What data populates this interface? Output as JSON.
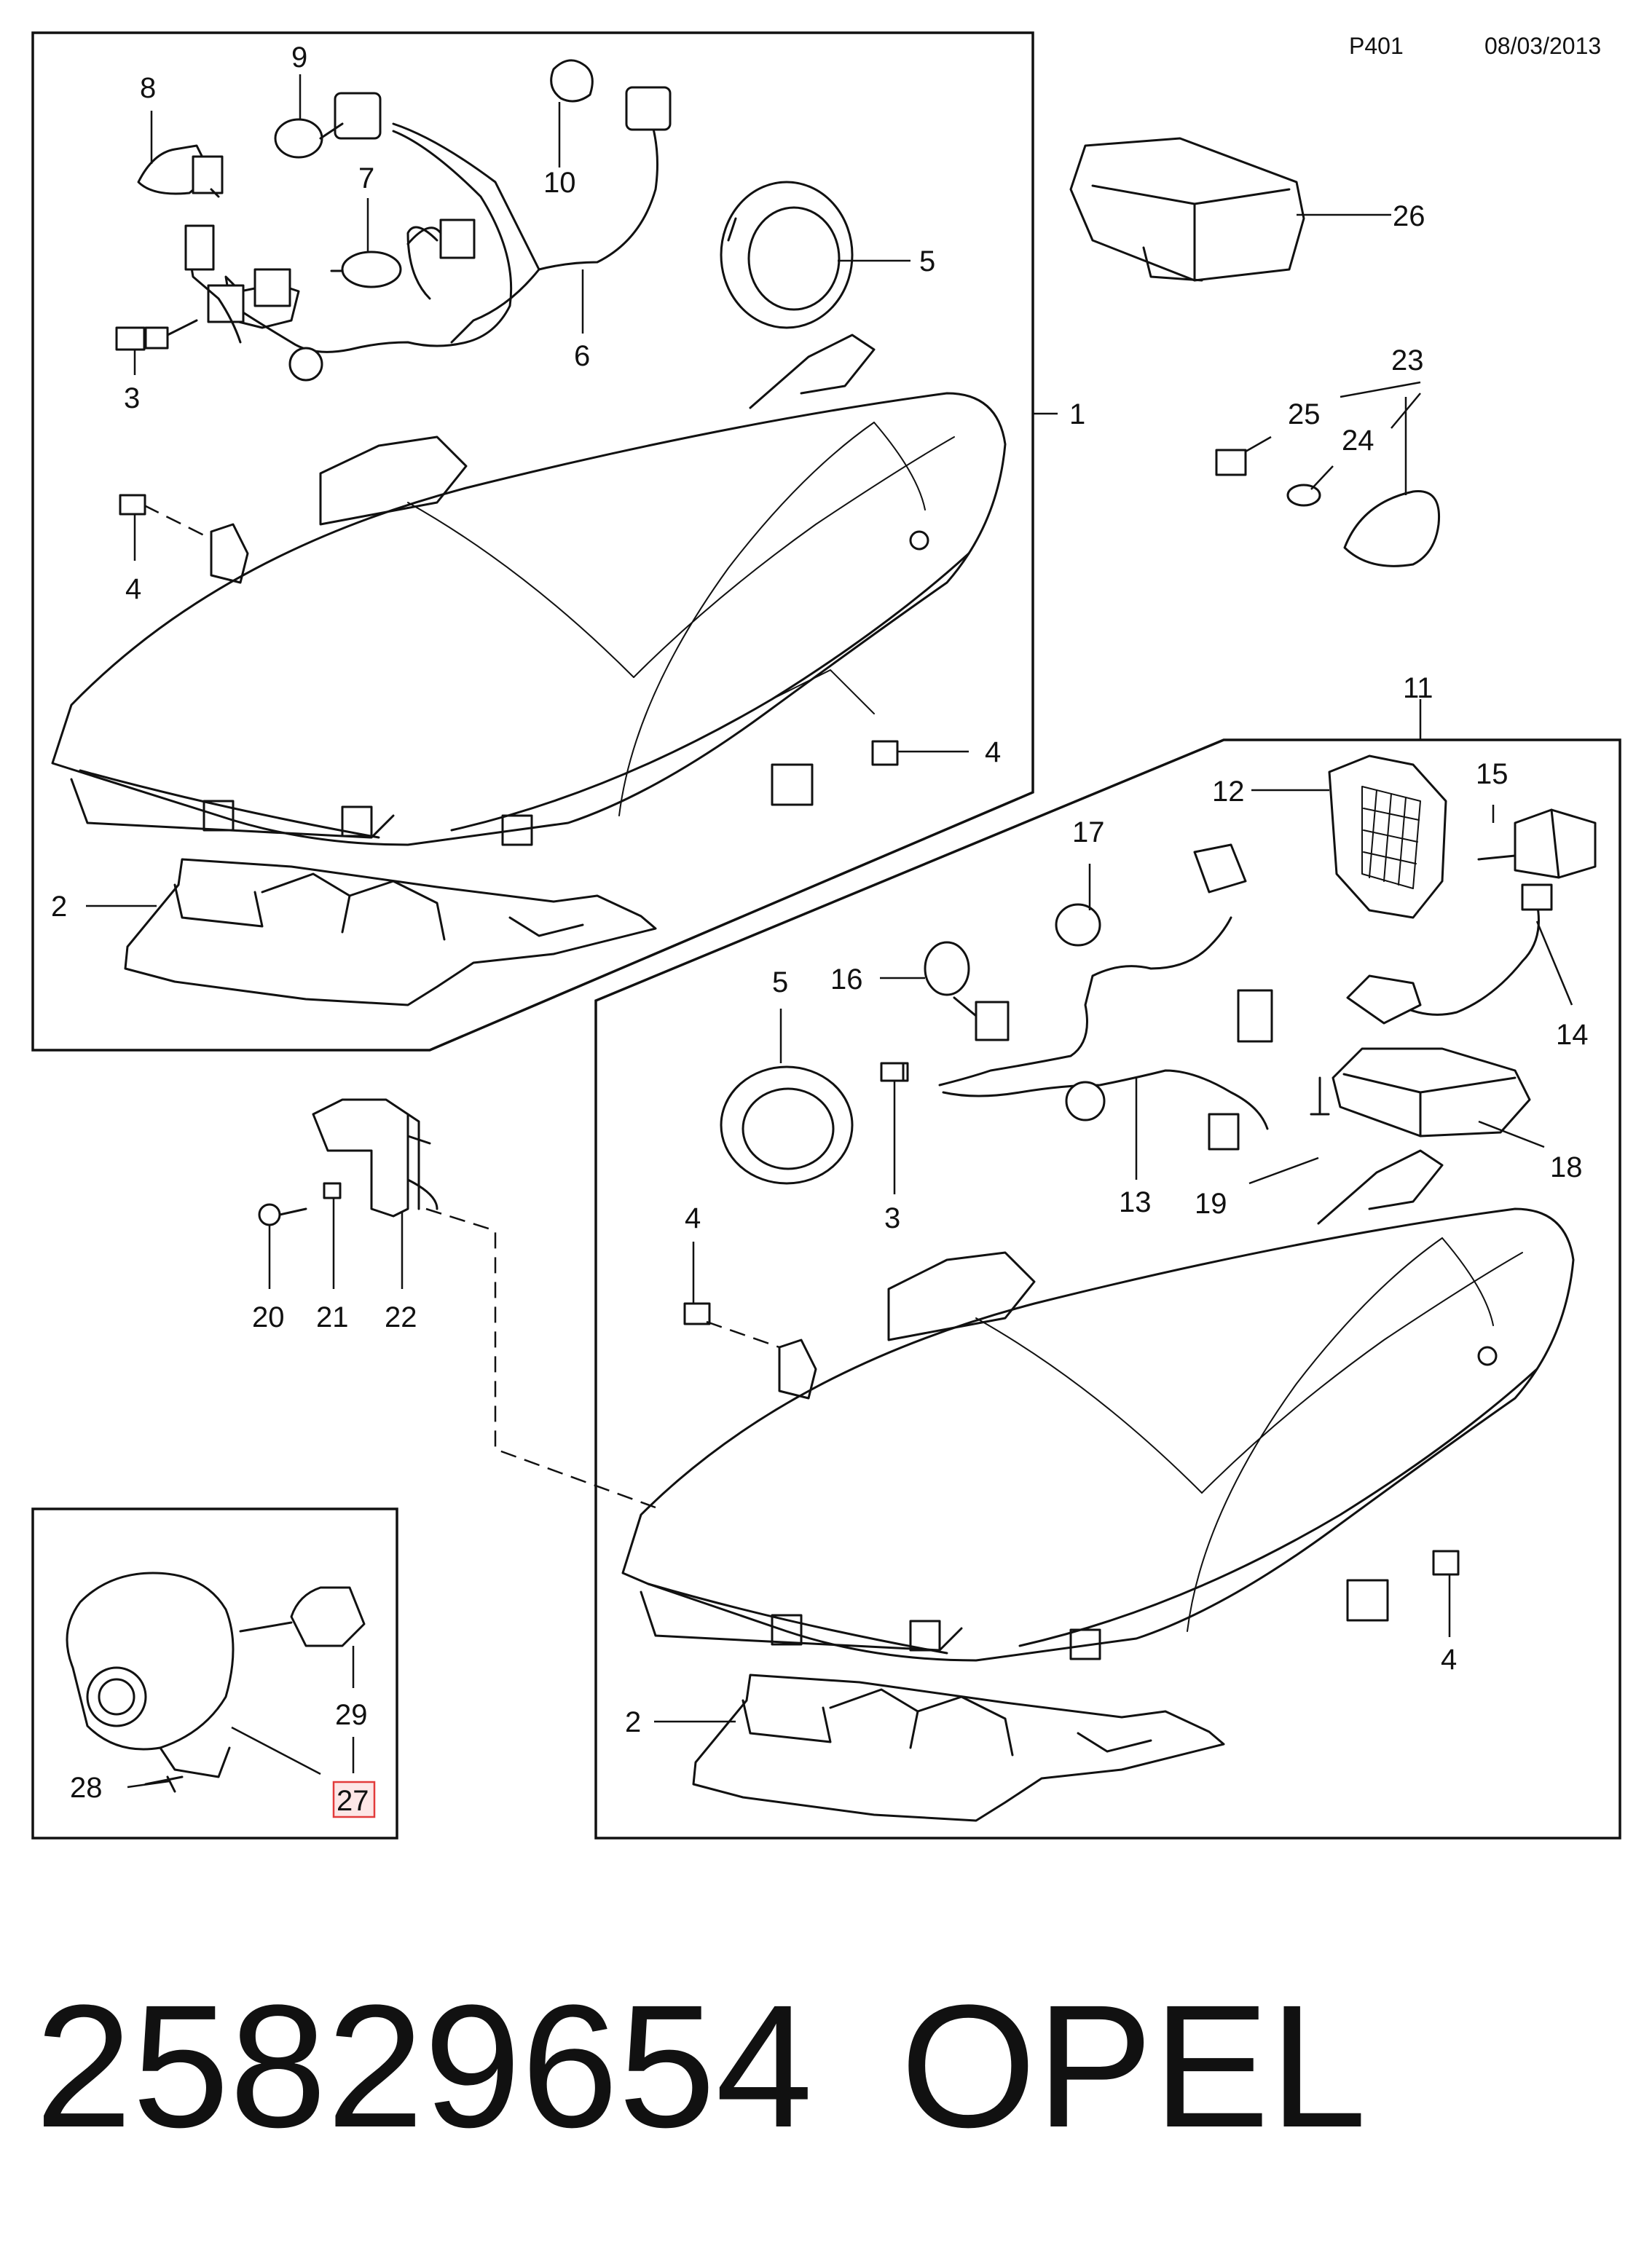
{
  "header": {
    "page_code": "P401",
    "date": "08/03/2013"
  },
  "caption": {
    "part_number": "25829654",
    "brand": "OPEL"
  },
  "highlight_color": "#e23b3b",
  "callouts": {
    "c1": "1",
    "c2a": "2",
    "c2b": "2",
    "c3a": "3",
    "c3b": "3",
    "c4a": "4",
    "c4b": "4",
    "c4c": "4",
    "c4d": "4",
    "c5a": "5",
    "c5b": "5",
    "c6": "6",
    "c7": "7",
    "c8": "8",
    "c9": "9",
    "c10": "10",
    "c11": "11",
    "c12": "12",
    "c13": "13",
    "c14": "14",
    "c15": "15",
    "c16": "16",
    "c17": "17",
    "c18": "18",
    "c19": "19",
    "c20": "20",
    "c21": "21",
    "c22": "22",
    "c23": "23",
    "c24": "24",
    "c25": "25",
    "c26": "26",
    "c27": "27",
    "c28": "28",
    "c29": "29"
  }
}
